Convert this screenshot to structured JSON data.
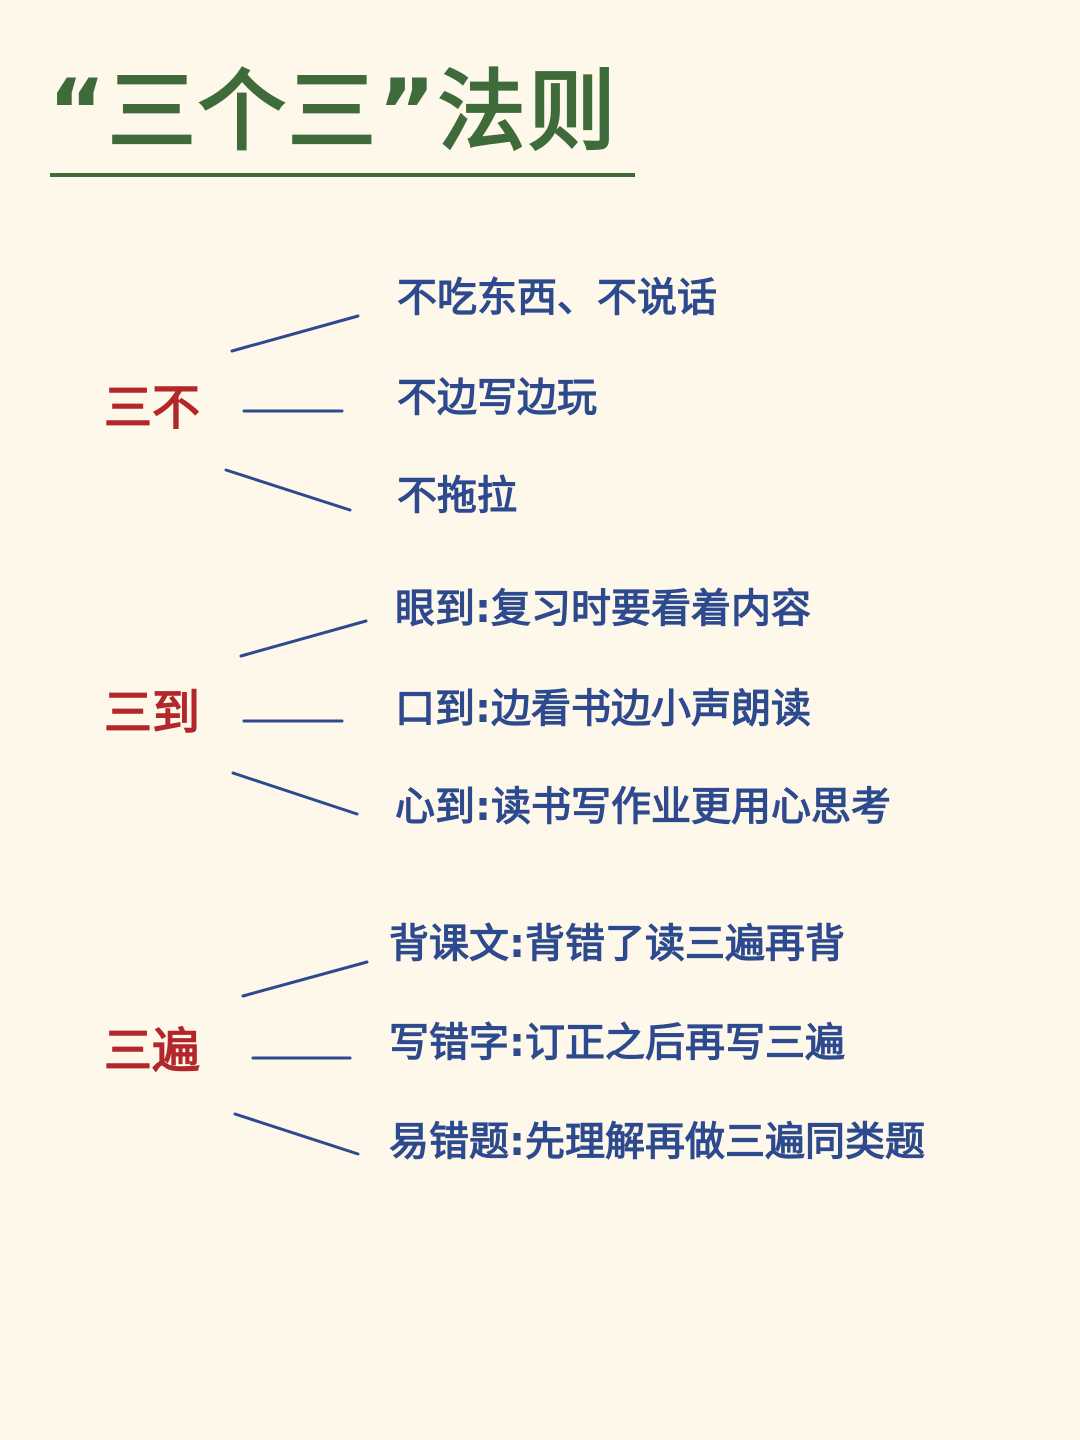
{
  "title": "“三个三”法则",
  "groups": [
    {
      "label": "三不",
      "items": [
        "不吃东西、不说话",
        "不边写边玩",
        "不拖拉"
      ]
    },
    {
      "label": "三到",
      "items": [
        "眼到:复习时要看着内容",
        "口到:边看书边小声朗读",
        "心到:读书写作业更用心思考"
      ]
    },
    {
      "label": "三遍",
      "items": [
        "背课文:背错了读三遍再背",
        "写错字:订正之后再写三遍",
        "易错题:先理解再做三遍同类题"
      ]
    }
  ],
  "colors": {
    "background": "#fdf8ea",
    "title": "#3f6a3a",
    "group_label": "#b3262b",
    "item_text": "#2e4a8f"
  }
}
